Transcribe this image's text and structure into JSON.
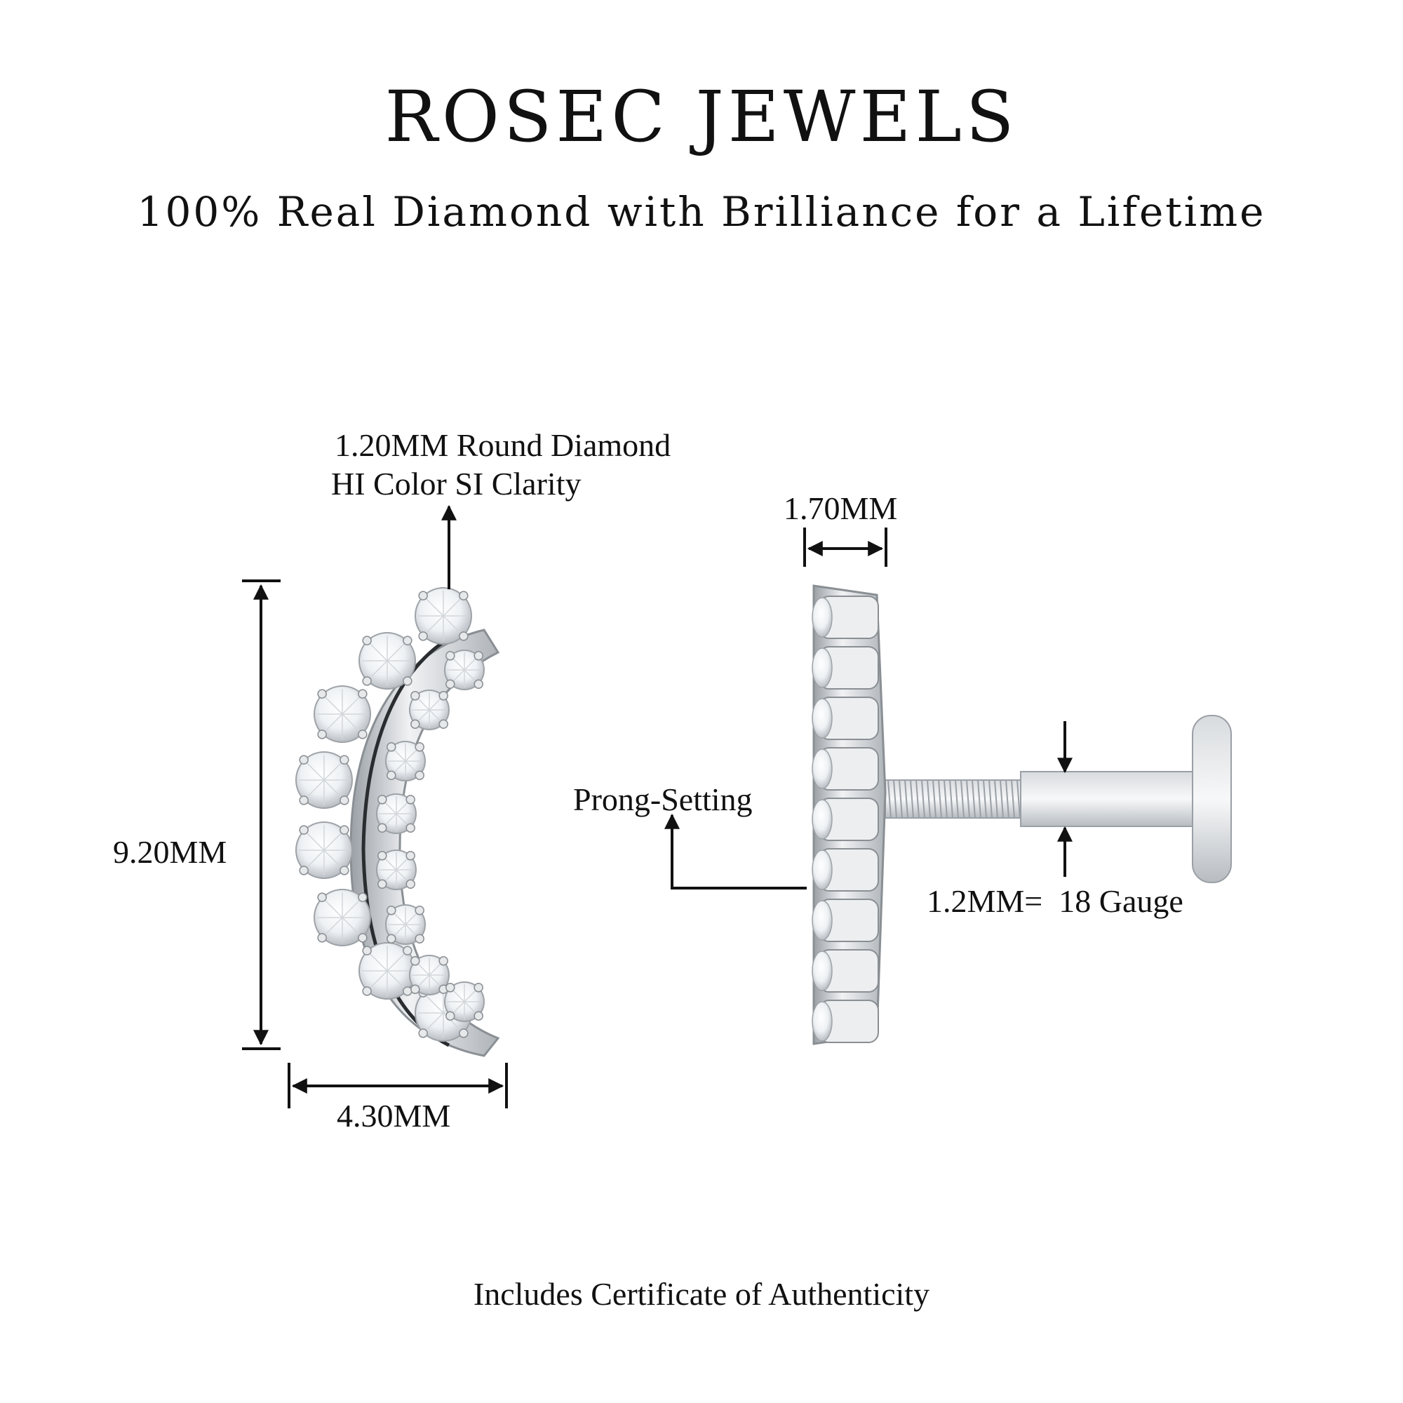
{
  "header": {
    "brand": "ROSEC JEWELS",
    "tagline": "100% Real Diamond with Brilliance for a Lifetime"
  },
  "labels": {
    "diamond_line1": "1.20MM Round Diamond",
    "diamond_line2": "HI Color SI Clarity",
    "height": "9.20MM",
    "width": "4.30MM",
    "depth": "1.70MM",
    "setting": "Prong-Setting",
    "gauge": "1.2MM=  18 Gauge"
  },
  "footer": {
    "note": "Includes Certificate of Authenticity"
  },
  "colors": {
    "background": "#ffffff",
    "text": "#111111",
    "metal": "#c9ccd1",
    "metal_dark": "#6f7378",
    "diamond": "#f4f6f8"
  }
}
